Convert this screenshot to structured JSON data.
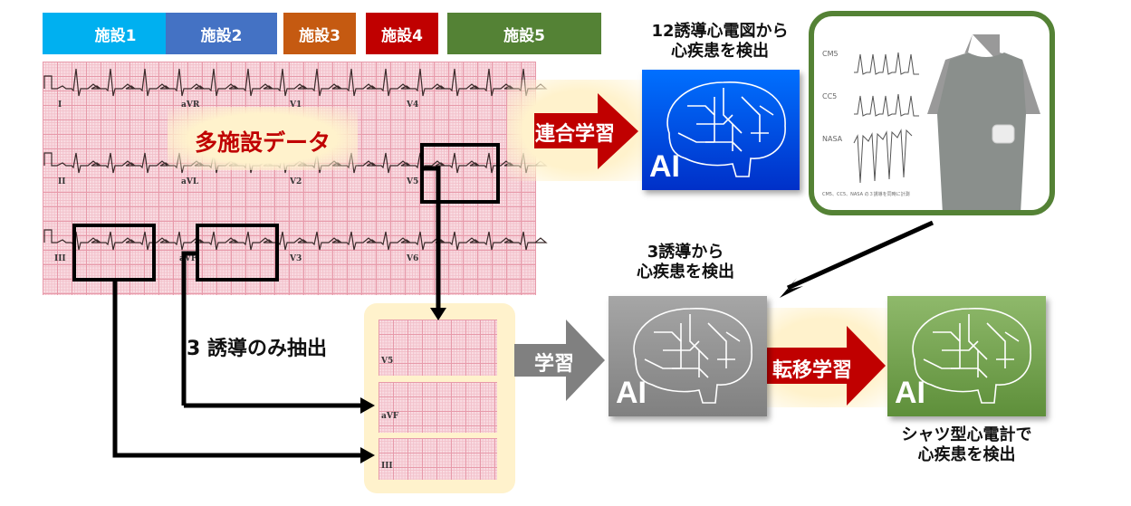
{
  "facilities": [
    {
      "label": "施設1",
      "color": "#00b0f0"
    },
    {
      "label": "施設2",
      "color": "#4472c4"
    },
    {
      "label": "施設3",
      "color": "#c55a11"
    },
    {
      "label": "施設4",
      "color": "#c00000"
    },
    {
      "label": "施設5",
      "color": "#548235"
    }
  ],
  "ecg_main": {
    "overlay_label": "多施設データ",
    "overlay_color": "#c00000",
    "leads": [
      "I",
      "aVR",
      "V1",
      "V4",
      "II",
      "aVL",
      "V2",
      "V5",
      "III",
      "aVF",
      "V3",
      "V6"
    ]
  },
  "extraction": {
    "label": "3 誘導のみ抽出",
    "leads": [
      "V5",
      "aVF",
      "III"
    ]
  },
  "federated": {
    "arrow_label": "連合学習",
    "arrow_color": "#c00000",
    "ai_caption": [
      "12誘導心電図から",
      "心疾患を検出"
    ],
    "ai_text": "AI",
    "ai_color_top": "#0066ff",
    "ai_color_bottom": "#0033cc"
  },
  "shirt": {
    "leads": [
      "CM5",
      "CC5",
      "NASA"
    ],
    "note": "CM5、CC5、NASA の３誘導を同時に計測",
    "border_color": "#548235"
  },
  "learning": {
    "arrow_label": "学習",
    "arrow_color": "#808080",
    "ai_caption": [
      "3誘導から",
      "心疾患を検出"
    ],
    "ai_text": "AI"
  },
  "transfer": {
    "arrow_label": "転移学習",
    "arrow_color": "#c00000",
    "ai_caption": [
      "シャツ型心電計で",
      "心疾患を検出"
    ],
    "ai_text": "AI"
  }
}
